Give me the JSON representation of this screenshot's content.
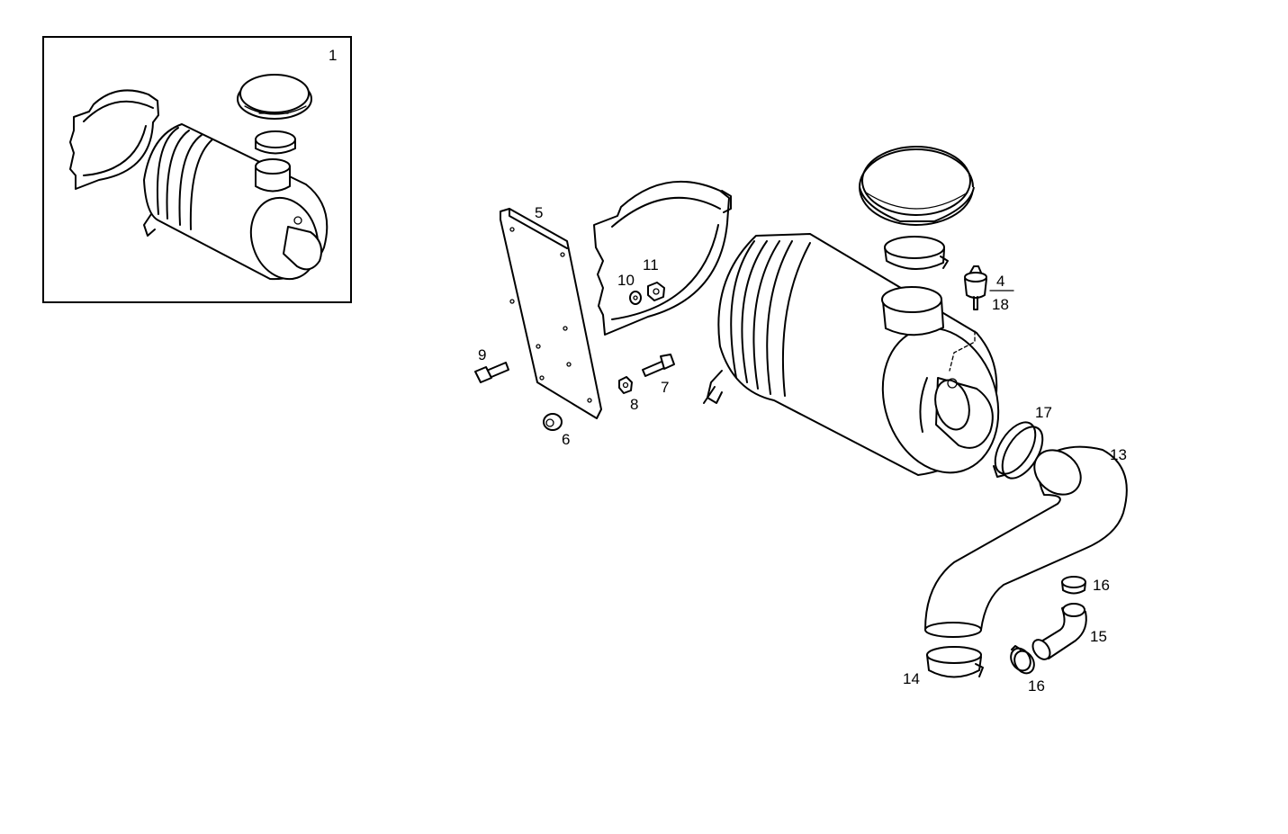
{
  "labels": {
    "l1": "1",
    "l4": "4",
    "l18": "18",
    "l5": "5",
    "l6": "6",
    "l7": "7",
    "l8": "8",
    "l9": "9",
    "l10": "10",
    "l11": "11",
    "l13": "13",
    "l14": "14",
    "l15": "15",
    "l16a": "16",
    "l16b": "16",
    "l17": "17"
  }
}
